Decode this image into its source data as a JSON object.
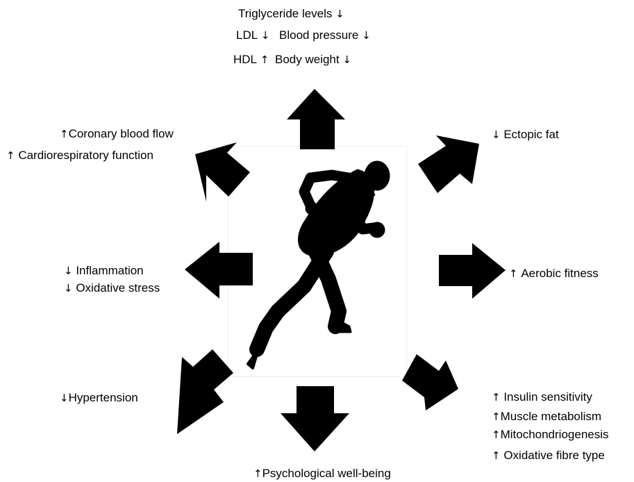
{
  "symbols": {
    "up": "↑",
    "down": "↓"
  },
  "icons": {
    "figure": "running-person-icon",
    "arrow": "block-arrow-icon"
  },
  "colors": {
    "arrow": "#000000",
    "figure": "#000000",
    "background": "#ffffff"
  },
  "labels": {
    "triglyceride": "Triglyceride levels",
    "ldl": "LDL",
    "blood_pressure": "Blood pressure",
    "hdl": "HDL",
    "body_weight": "Body weight",
    "coronary_blood_flow": "Coronary blood flow",
    "cardiorespiratory": "Cardiorespiratory function",
    "ectopic_fat": "Ectopic fat",
    "inflammation": "Inflammation",
    "oxidative_stress": "Oxidative stress",
    "aerobic_fitness": "Aerobic fitness",
    "hypertension": "Hypertension",
    "insulin_sensitivity": "Insulin sensitivity",
    "muscle_metabolism": "Muscle metabolism",
    "mitochondriogenesis": "Mitochondriogenesis",
    "oxidative_fibre": "Oxidative fibre type",
    "psychological": "Psychological well-being"
  }
}
